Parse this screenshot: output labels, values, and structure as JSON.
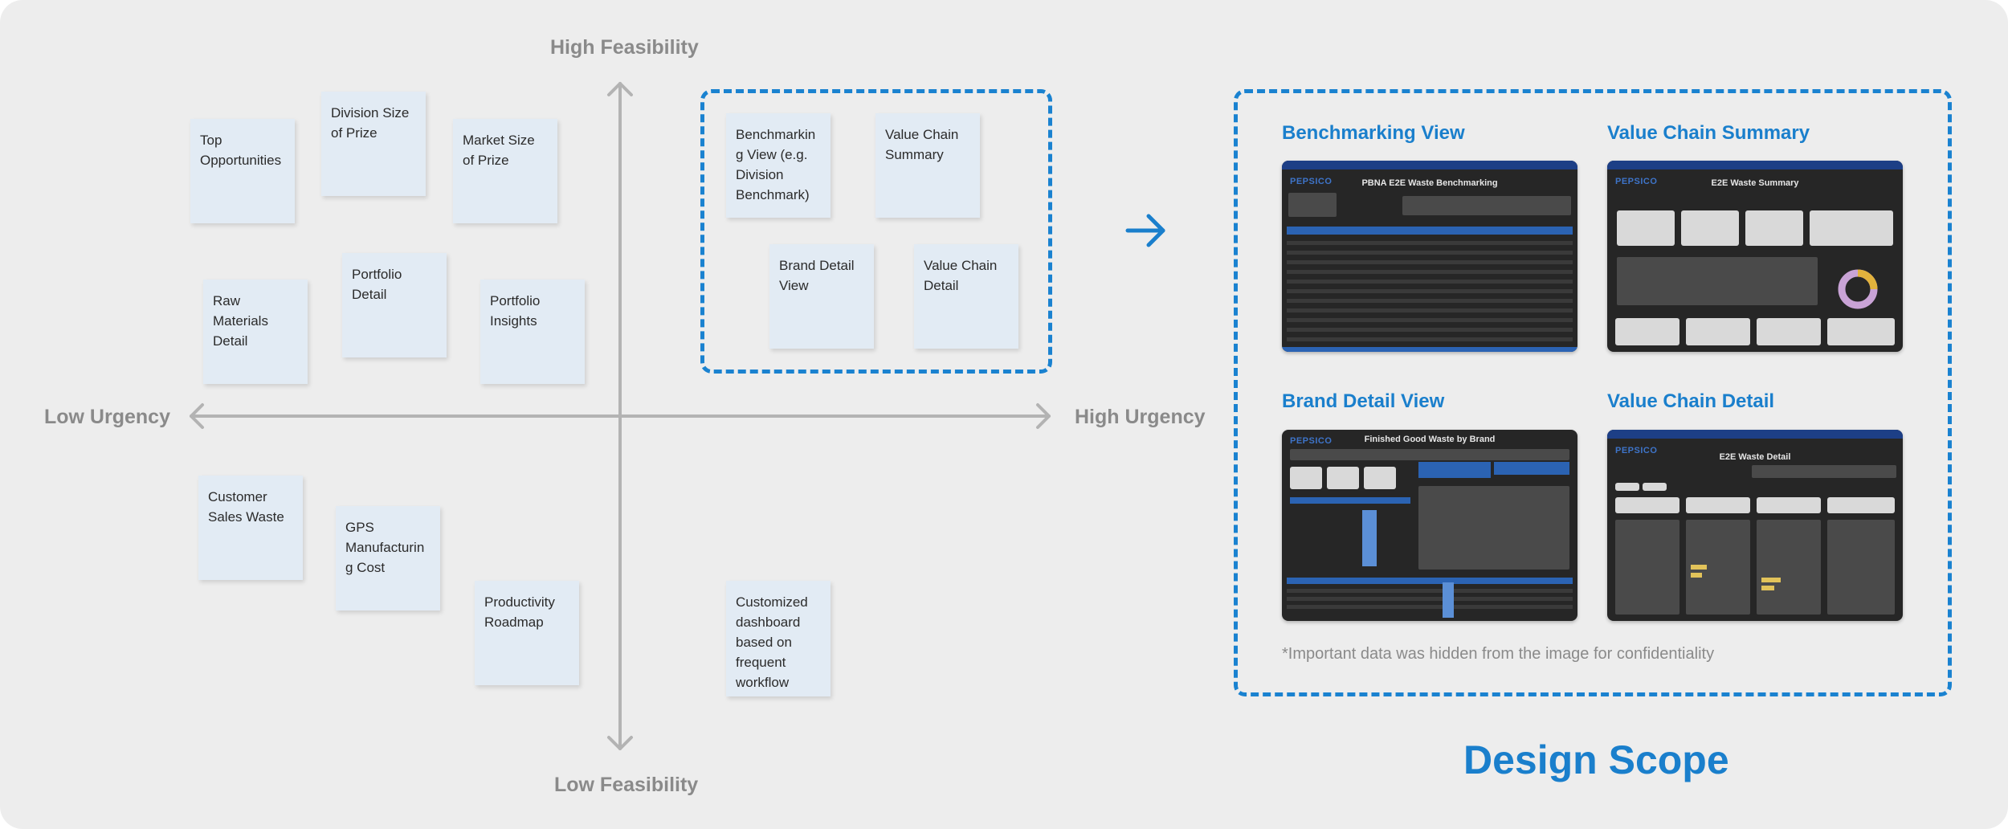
{
  "axes": {
    "top": "High Feasibility",
    "bottom": "Low Feasibility",
    "left": "Low Urgency",
    "right": "High Urgency"
  },
  "notes": [
    "Top Opportunities",
    "Division Size of Prize",
    "Market Size of Prize",
    "Raw Materials Detail",
    "Portfolio Detail",
    "Portfolio Insights",
    "Customer Sales Waste",
    "GPS Manufacturing Cost",
    "Productivity Roadmap",
    "Customized dashboard based on frequent workflow",
    "Benchmarking View (e.g. Division Benchmark)",
    "Value Chain Summary",
    "Brand Detail View",
    "Value Chain Detail"
  ],
  "panels": [
    {
      "title": "Benchmarking View",
      "screen_brand": "PEPSICO",
      "screen_title": "PBNA E2E Waste Benchmarking"
    },
    {
      "title": "Value Chain Summary",
      "screen_brand": "PEPSICO",
      "screen_title": "E2E Waste Summary"
    },
    {
      "title": "Brand Detail View",
      "screen_brand": "PEPSICO",
      "screen_title": "Finished Good Waste by Brand"
    },
    {
      "title": "Value Chain Detail",
      "screen_brand": "PEPSICO",
      "screen_title": "E2E Waste Detail"
    }
  ],
  "footnote": "*Important data was hidden from the image for confidentiality",
  "scope_title": "Design Scope",
  "colors": {
    "background": "#ededed",
    "accent": "#1a7fcc",
    "sticky_note": "#e2ebf4",
    "axis": "#b3b3b3",
    "axis_label": "#8a8a8a"
  },
  "icons": [
    "arrow-right-icon"
  ]
}
